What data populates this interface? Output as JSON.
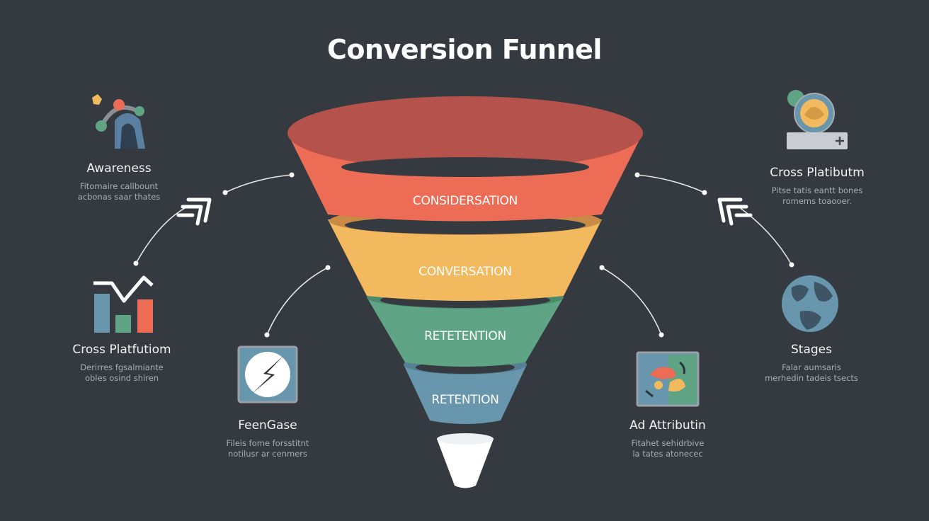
{
  "title": "Conversion Funnel",
  "colors": {
    "background": "#353a40",
    "stage1": "#ec6c55",
    "stage2": "#f3b95e",
    "stage3": "#5fa585",
    "stage4": "#6796ad",
    "tip": "#ffffff"
  },
  "funnel": {
    "stages": [
      {
        "label": "CONSIDERSATION"
      },
      {
        "label": "CONVERSATION"
      },
      {
        "label": "RETETENTION"
      },
      {
        "label": "RETENTION"
      }
    ]
  },
  "nodes": {
    "awareness": {
      "label": "Awareness",
      "desc": [
        "Fitomaire callbount",
        "acbonas saar thates"
      ],
      "icon": "molecule-arc-icon"
    },
    "cross_left": {
      "label": "Cross Platfutiom",
      "desc": [
        "Derirres fgsalmiante",
        "obles osind shiren"
      ],
      "icon": "bar-chart-icon"
    },
    "feengase": {
      "label": "FeenGase",
      "desc": [
        "Fileis fome forsstitnt",
        "notilusr ar cenmers"
      ],
      "icon": "lightning-badge-icon"
    },
    "ad_attribution": {
      "label": "Ad Attributin",
      "desc": [
        "Fitahet sehidrbive",
        "la tates atonecec"
      ],
      "icon": "puzzle-picture-icon"
    },
    "stages": {
      "label": "Stages",
      "desc": [
        "Falar aumsaris",
        "merhedin tadeis tsects"
      ],
      "icon": "globe-icon"
    },
    "cross_right": {
      "label": "Cross Platibutm",
      "desc": [
        "Pitse tatis eantt bones",
        "romems toaooer."
      ],
      "icon": "coin-card-icon"
    }
  }
}
